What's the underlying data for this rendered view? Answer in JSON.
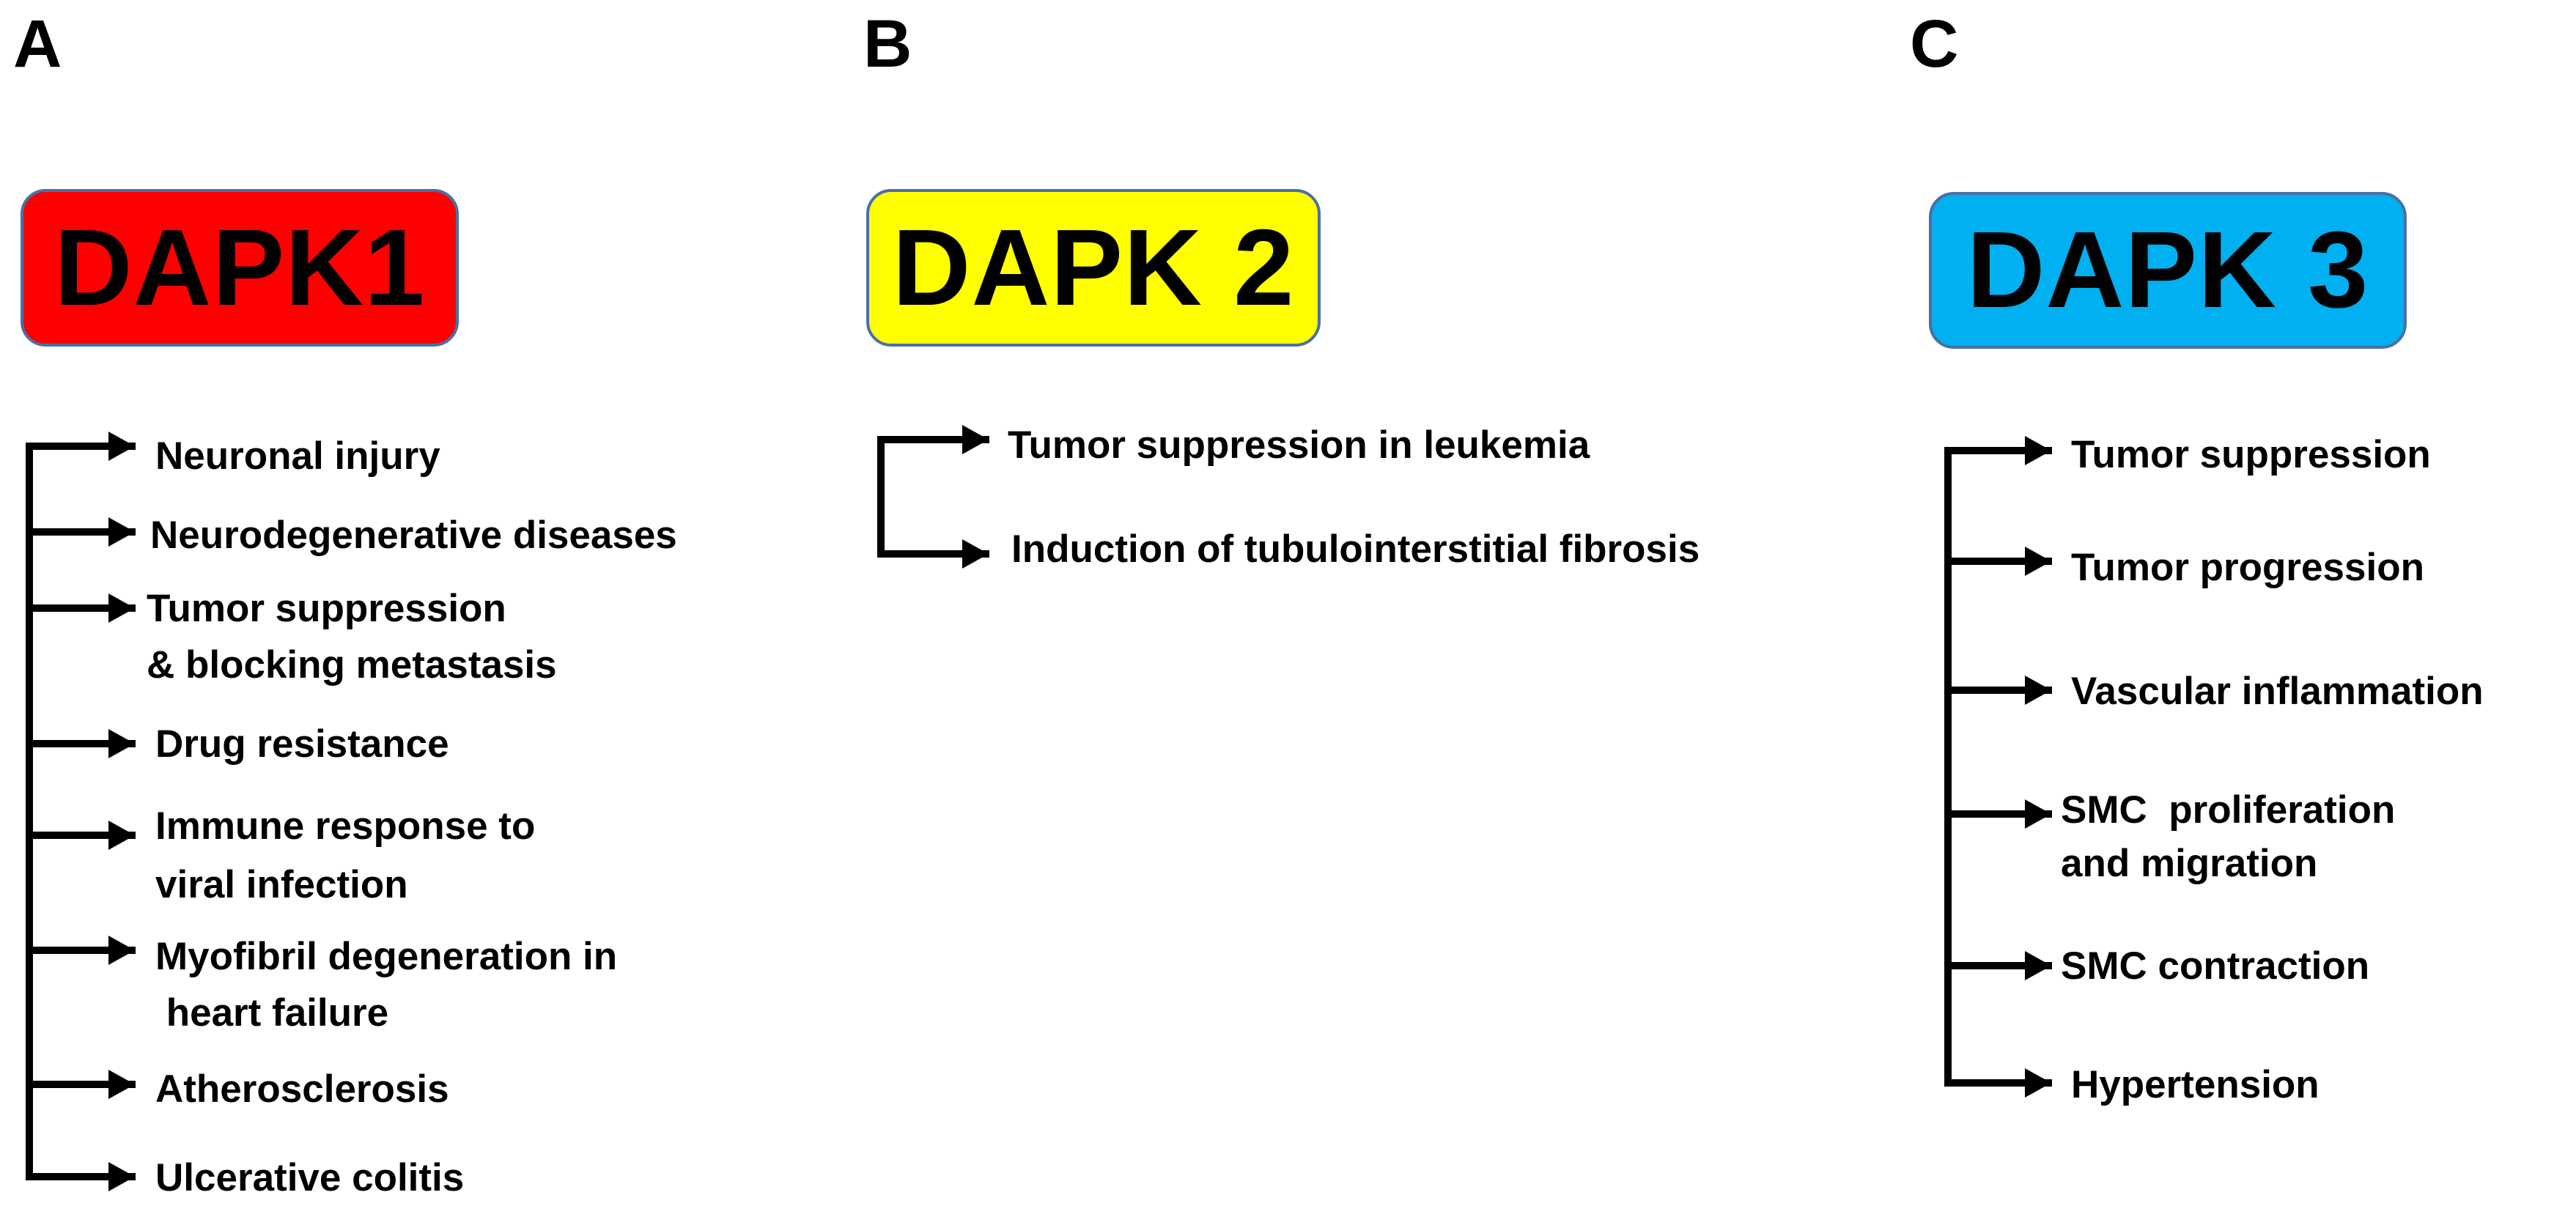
{
  "panels": {
    "a": {
      "letter": "A",
      "title": "DAPK1",
      "color": "#ff0000",
      "items": [
        "Neuronal injury",
        "Neurodegenerative diseases",
        "Tumor suppression",
        "& blocking metastasis",
        "Drug resistance",
        "Immune response to",
        "viral infection",
        "Myofibril degeneration in",
        " heart failure",
        "Atherosclerosis",
        "Ulcerative colitis"
      ]
    },
    "b": {
      "letter": "B",
      "title": "DAPK 2",
      "color": "#ffff00",
      "items": [
        "Tumor suppression in leukemia",
        "Induction of tubulointerstitial fibrosis"
      ]
    },
    "c": {
      "letter": "C",
      "title": "DAPK 3",
      "color": "#00b0f0",
      "items": [
        "Tumor suppression",
        "Tumor progression",
        "Vascular inflammation",
        "SMC  proliferation",
        "and migration",
        "SMC contraction",
        "Hypertension"
      ]
    }
  }
}
